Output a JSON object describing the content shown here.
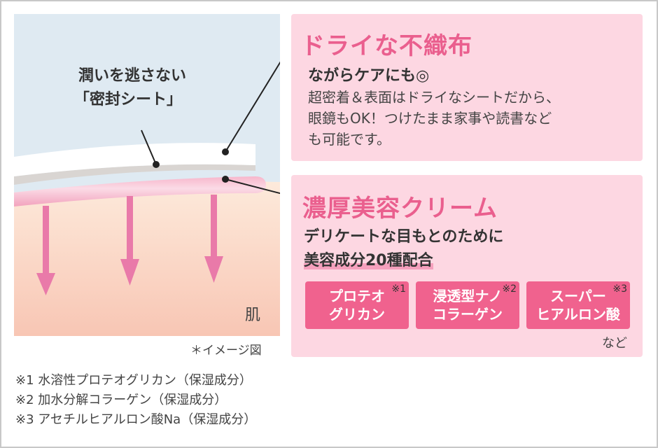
{
  "illustration": {
    "label_line1": "潤いを逃さない",
    "label_line2": "「密封シート」",
    "skin_label": "肌",
    "caption": "＊イメージ図"
  },
  "box1": {
    "title": "ドライな不織布",
    "subtitle": "ながらケアにも◎",
    "body": [
      "超密着＆表面はドライなシートだから、",
      "眼鏡もOK！つけたまま家事や読書など",
      "も可能です。"
    ]
  },
  "box2": {
    "title": "濃厚美容クリーム",
    "subtitle1": "デリケートな目もとのために",
    "subtitle2": "美容成分20種配合",
    "badges": [
      {
        "line1": "プロテオ",
        "line2": "グリカン",
        "note": "※1"
      },
      {
        "line1": "浸透型ナノ",
        "line2": "コラーゲン",
        "note": "※2"
      },
      {
        "line1": "スーパー",
        "line2": "ヒアルロン酸",
        "note": "※3"
      }
    ],
    "etc": "など"
  },
  "footnotes": [
    "※1 水溶性プロテオグリカン（保湿成分）",
    "※2 加水分解コラーゲン（保湿成分）",
    "※3 アセチルヒアルロン酸Na（保湿成分）"
  ],
  "colors": {
    "accent": "#ea5f8e",
    "badge": "#f0628e",
    "box": "#fdd7e2",
    "sky": "#dfeaf2",
    "arrow": "#e97aa9"
  }
}
